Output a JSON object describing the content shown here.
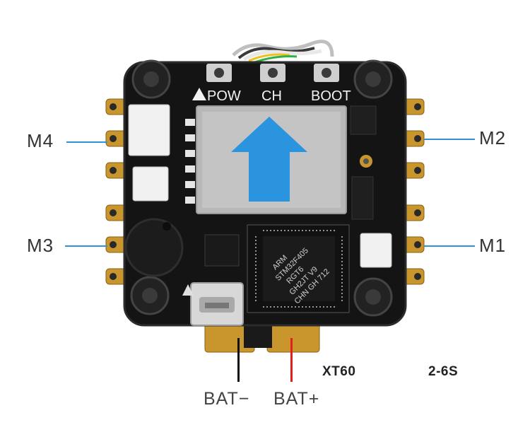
{
  "motor_labels": {
    "m4": "M4",
    "m3": "M3",
    "m2": "M2",
    "m1": "M1"
  },
  "battery_labels": {
    "negative": "BAT−",
    "positive": "BAT+"
  },
  "specs": {
    "connector": "XT60",
    "cells": "2-6S"
  },
  "board_silkscreen": {
    "pow": "POW",
    "ch": "CH",
    "boot": "BOOT",
    "mcu_lines": [
      "ARM",
      "STM32F405",
      "RGT6",
      "GH2JT V9",
      "CHN GH 712"
    ]
  },
  "colors": {
    "leader_line": "#2e93d6",
    "arrow": "#2a94de",
    "bat_negative_wire": "#111111",
    "bat_positive_wire": "#e0201a",
    "pcb": "#141414",
    "gold_pad": "#c9962e"
  }
}
